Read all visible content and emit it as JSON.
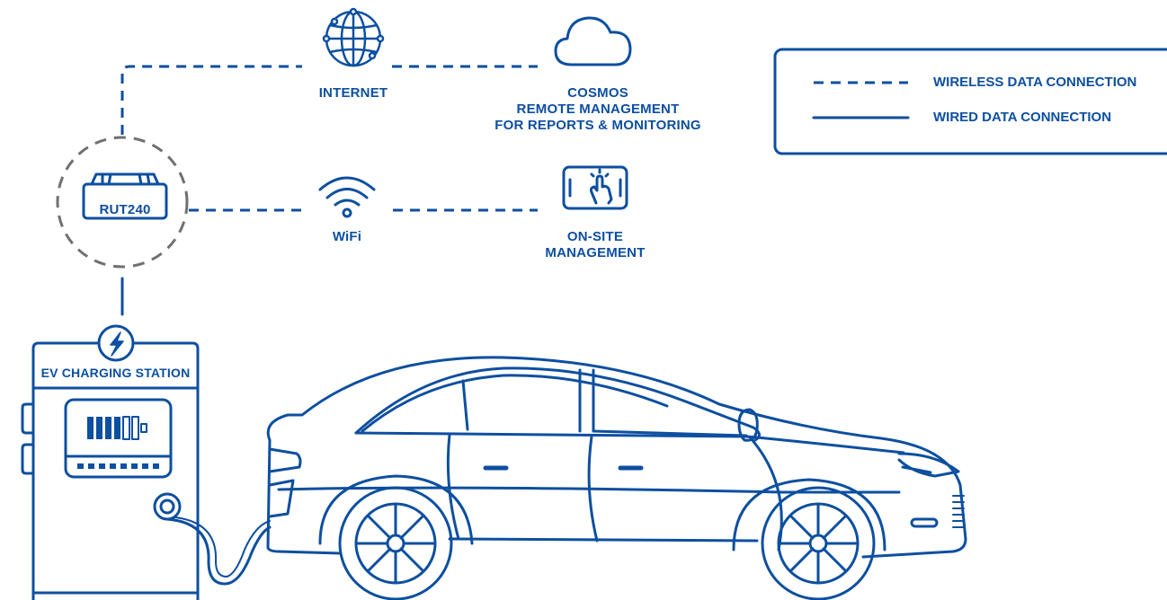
{
  "colors": {
    "primary": "#0d4fa0",
    "muted": "#707070"
  },
  "nodes": {
    "internet": {
      "label": "INTERNET",
      "icon": "globe-icon"
    },
    "cosmos": {
      "lines": [
        "COSMOS",
        "REMOTE MANAGEMENT",
        "FOR REPORTS & MONITORING"
      ],
      "icon": "cloud-icon"
    },
    "router": {
      "label": "RUT240",
      "icon": "router-icon"
    },
    "wifi": {
      "label": "WiFi",
      "icon": "wifi-icon"
    },
    "onsite": {
      "lines": [
        "ON-SITE",
        "MANAGEMENT"
      ],
      "icon": "tablet-touch-icon"
    },
    "station": {
      "label": "EV CHARGING STATION",
      "icon": "lightning-icon"
    },
    "car": {
      "icon": "electric-car-icon"
    }
  },
  "legend": {
    "wireless": "WIRELESS DATA CONNECTION",
    "wired": "WIRED DATA CONNECTION"
  }
}
